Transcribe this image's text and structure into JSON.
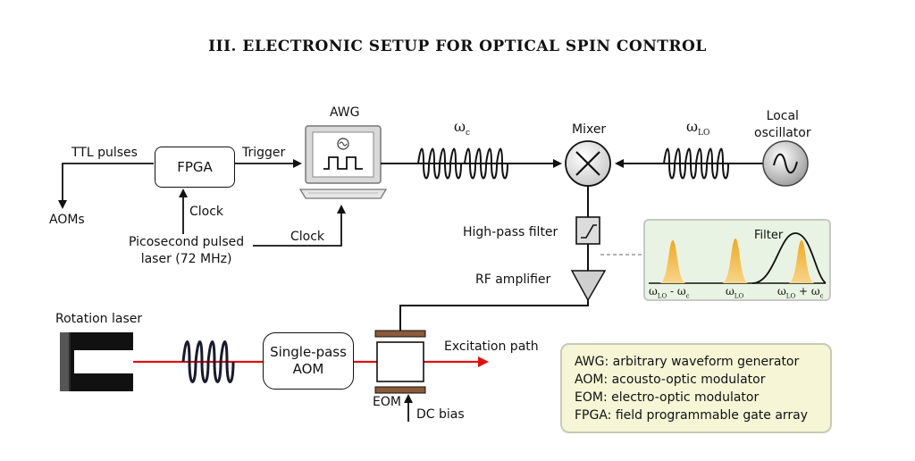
{
  "title": "III.   ELECTRONIC SETUP FOR OPTICAL SPIN CONTROL",
  "labels": {
    "ttl_pulses": "TTL pulses",
    "aoms": "AOMs",
    "fpga": "FPGA",
    "trigger": "Trigger",
    "awg": "AWG",
    "clock_fpga": "Clock",
    "clock_awg": "Clock",
    "laser_line1": "Picosecond pulsed",
    "laser_line2": "laser (72 MHz)",
    "omega_c": "ω",
    "omega_c_sub": "c",
    "mixer": "Mixer",
    "omega_lo": "ω",
    "omega_lo_sub": "LO",
    "local_osc_line1": "Local",
    "local_osc_line2": "oscillator",
    "high_pass": "High-pass filter",
    "rf_amp": "RF amplifier",
    "rotation_laser": "Rotation laser",
    "aom_line1": "Single-pass",
    "aom_line2": "AOM",
    "eom": "EOM",
    "dc_bias": "DC bias",
    "excitation": "Excitation path"
  },
  "inset": {
    "filter": "Filter",
    "tick1": "ω",
    "tick1_sub": "LO",
    "tick1_tail": " - ω",
    "tick1_sub2": "c",
    "tick2": "ω",
    "tick2_sub": "LO",
    "tick3": "ω",
    "tick3_sub": "LO",
    "tick3_tail": " + ω",
    "tick3_sub2": "c"
  },
  "legend": [
    "AWG: arbitrary waveform generator",
    "AOM: acousto-optic modulator",
    "EOM: electro-optic modulator",
    "FPGA: field programmable gate array"
  ],
  "colors": {
    "laser_beam": "#e01010",
    "peak": "#f0a820",
    "legend_bg": "#f6f5d6",
    "inset_bg": "#e9f3e3"
  }
}
